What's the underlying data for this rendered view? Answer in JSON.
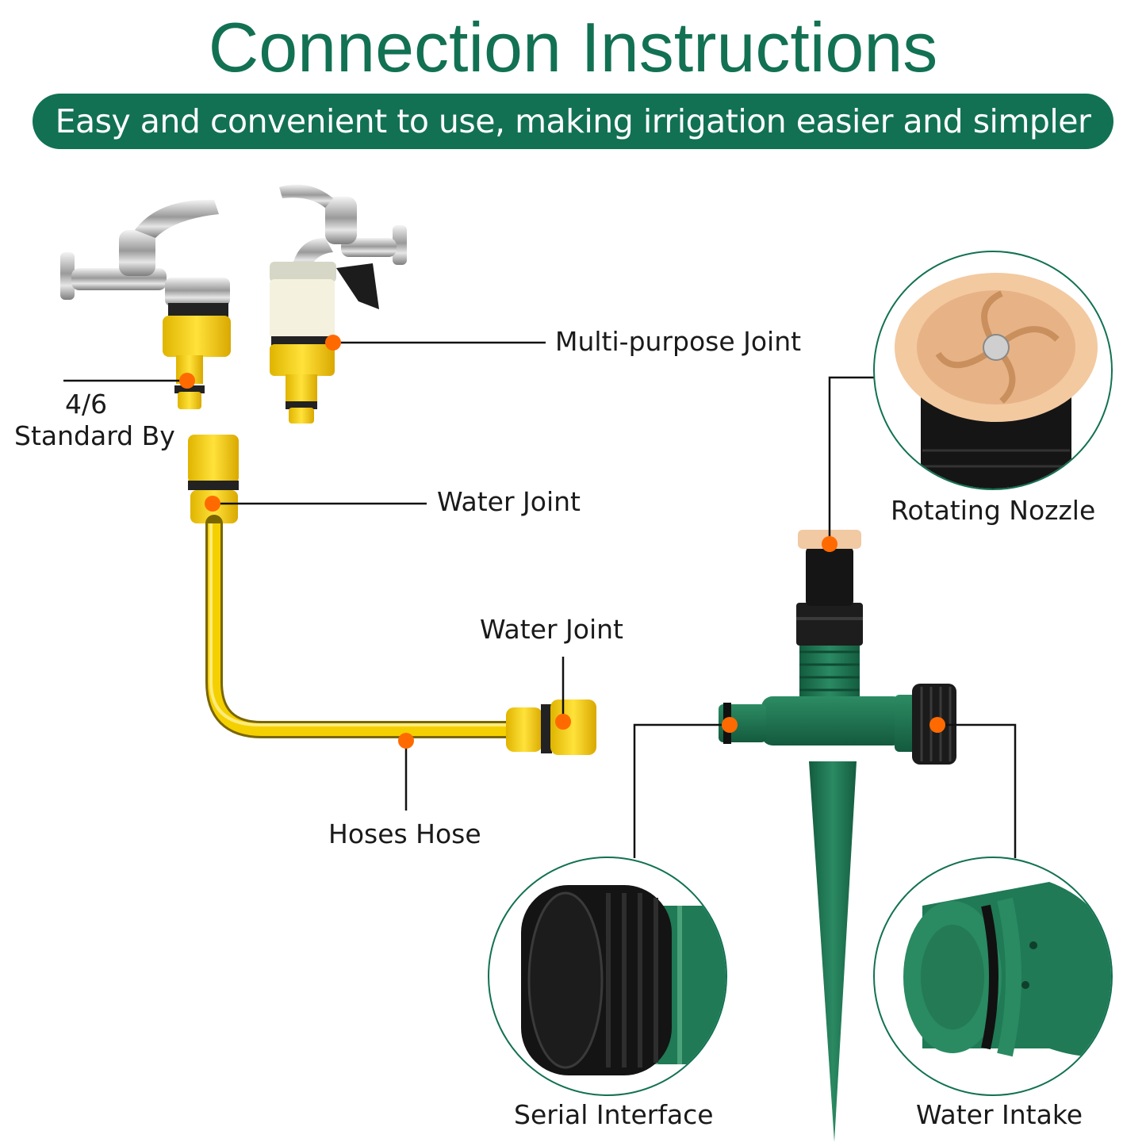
{
  "header": {
    "title": "Connection Instructions",
    "subtitle": "Easy and convenient to use, making irrigation easier and simpler"
  },
  "labels": {
    "multi_purpose_joint": "Multi-purpose Joint",
    "standard_line1": "4/6",
    "standard_line2": "Standard By",
    "water_joint_top": "Water Joint",
    "water_joint_right": "Water Joint",
    "hoses_hose": "Hoses Hose",
    "rotating_nozzle": "Rotating Nozzle",
    "serial_interface": "Serial Interface",
    "water_intake": "Water Intake"
  },
  "colors": {
    "brand_green": "#127153",
    "marker_orange": "#ff6a00",
    "hose_yellow": "#f5d000",
    "sprinkler_green": "#1f7a55"
  }
}
